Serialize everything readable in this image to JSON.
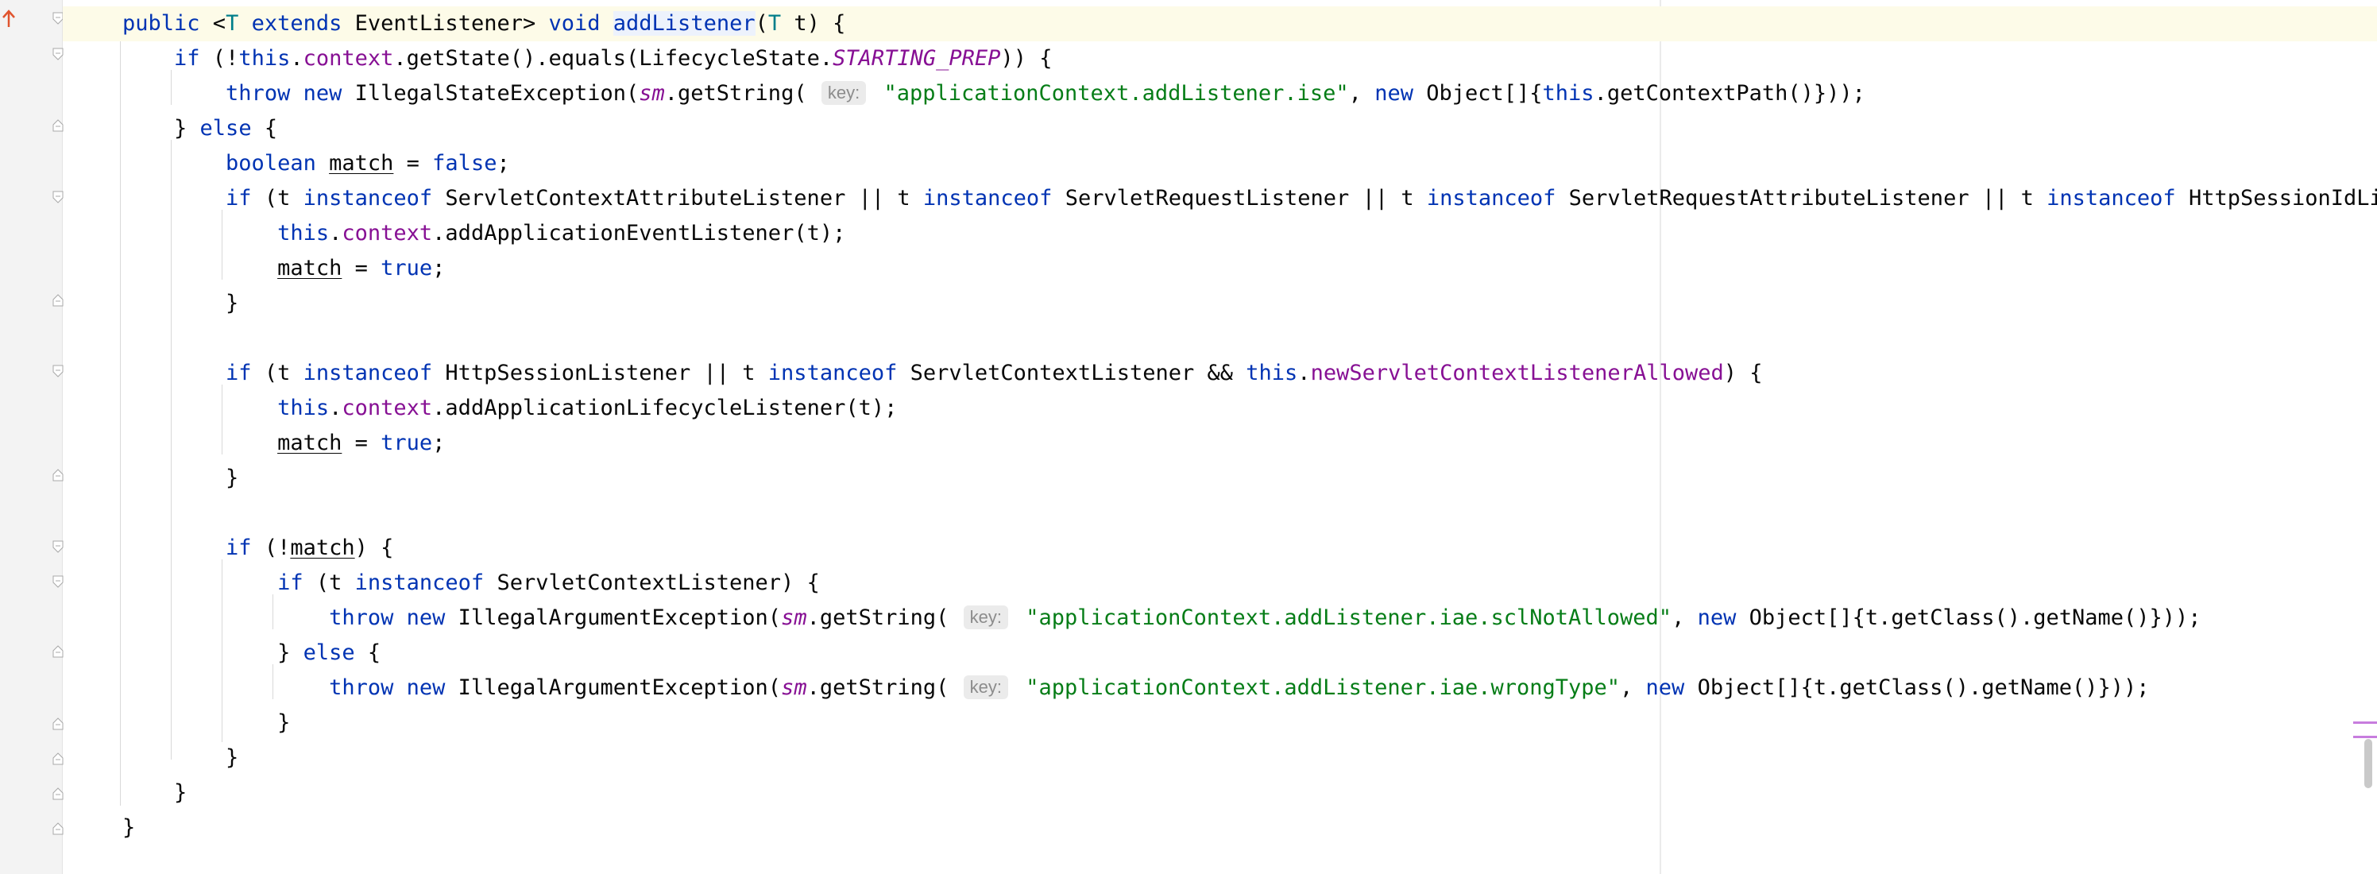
{
  "editor": {
    "language": "Java",
    "method_name": "addListener",
    "gutter_icons": [
      "override-arrow-icon",
      "fold-icon"
    ],
    "inlay_hint": "key:",
    "lines": [
      "public <T extends EventListener> void addListener(T t) {",
      "    if (!this.context.getState().equals(LifecycleState.STARTING_PREP)) {",
      "        throw new IllegalStateException(sm.getString( key: \"applicationContext.addListener.ise\", new Object[]{this.getContextPath()}));",
      "    } else {",
      "        boolean match = false;",
      "        if (t instanceof ServletContextAttributeListener || t instanceof ServletRequestListener || t instanceof ServletRequestAttributeListener || t instanceof HttpSessionIdListe",
      "            this.context.addApplicationEventListener(t);",
      "            match = true;",
      "        }",
      "",
      "        if (t instanceof HttpSessionListener || t instanceof ServletContextListener && this.newServletContextListenerAllowed) {",
      "            this.context.addApplicationLifecycleListener(t);",
      "            match = true;",
      "        }",
      "",
      "        if (!match) {",
      "            if (t instanceof ServletContextListener) {",
      "                throw new IllegalArgumentException(sm.getString( key: \"applicationContext.addListener.iae.sclNotAllowed\", new Object[]{t.getClass().getName()}));",
      "            } else {",
      "                throw new IllegalArgumentException(sm.getString( key: \"applicationContext.addListener.iae.wrongType\", new Object[]{t.getClass().getName()}));",
      "            }",
      "        }",
      "    }",
      "}"
    ]
  },
  "colors": {
    "keyword": "#0033b3",
    "field": "#871094",
    "string": "#067d17",
    "type_param": "#007e8a",
    "current_line": "#fdfbe8",
    "gutter": "#f3f3f3"
  }
}
